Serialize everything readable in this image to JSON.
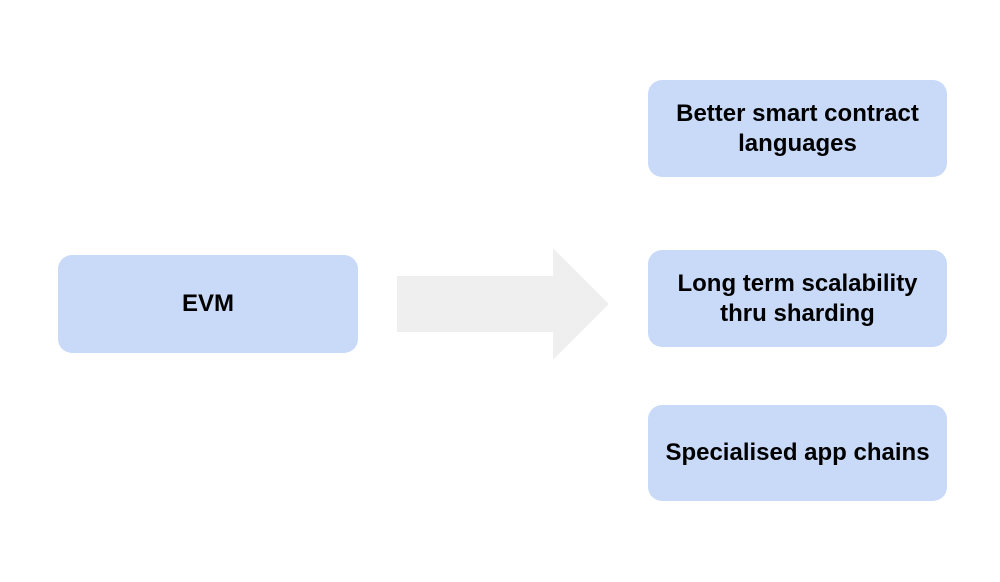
{
  "source": {
    "label": "EVM"
  },
  "arrow": {
    "icon": "right-arrow",
    "color": "#efefef"
  },
  "targets": [
    {
      "label": "Better smart contract languages"
    },
    {
      "label": "Long term scalability thru sharding"
    },
    {
      "label": "Specialised app chains"
    }
  ],
  "colors": {
    "box_fill": "#c9daf8",
    "text": "#000000"
  }
}
